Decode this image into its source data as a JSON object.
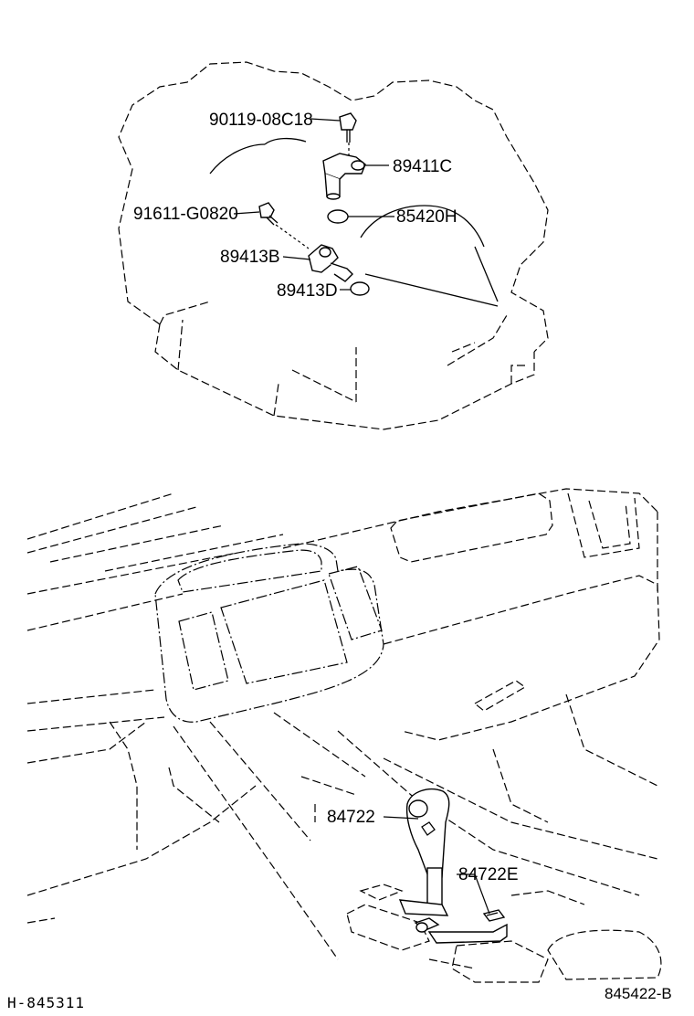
{
  "diagram": {
    "upper_labels": {
      "bolt_90119": "90119-08C18",
      "sensor_89411c": "89411C",
      "bolt_91611": "91611-G0820",
      "oring_85420h": "85420H",
      "sensor_89413b": "89413B",
      "oring_89413d": "89413D"
    },
    "lower_labels": {
      "lever_84722": "84722",
      "switch_84722e": "84722E"
    },
    "footer": {
      "left_code": "H-845311",
      "right_code": "845422-B"
    }
  }
}
